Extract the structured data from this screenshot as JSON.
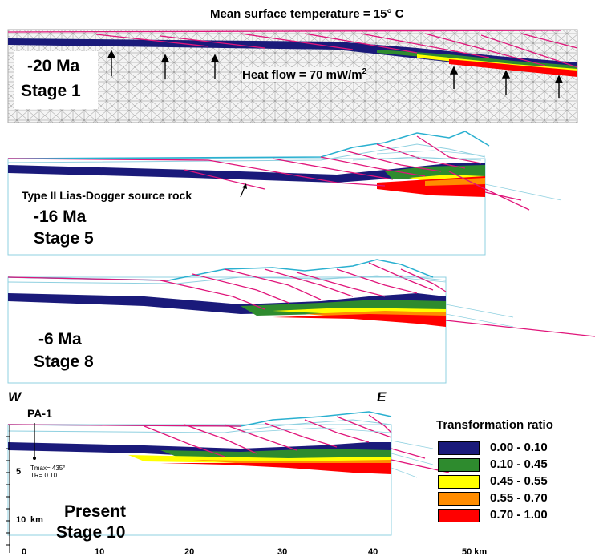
{
  "header": {
    "title": "Mean surface temperature = 15° C"
  },
  "stage1": {
    "age": "-20 Ma",
    "stage": "Stage 1",
    "heatflow_prefix": "Heat flow = 70 mW/m",
    "heatflow_sup": "2"
  },
  "stage5": {
    "age": "-16 Ma",
    "stage": "Stage 5",
    "source_rock": "Type II Lias-Dogger source rock"
  },
  "stage8": {
    "age": "-6 Ma",
    "stage": "Stage 8"
  },
  "stage10": {
    "age": "Present",
    "stage": "Stage 10",
    "west": "W",
    "east": "E",
    "well": "PA-1",
    "tmax": "Tmax= 435°",
    "tr": "TR= 0.10",
    "depth_ticks": [
      "5",
      "10"
    ],
    "depth_unit": "km",
    "x_ticks": [
      "0",
      "10",
      "20",
      "30",
      "40",
      "50 km"
    ]
  },
  "legend": {
    "title": "Transformation ratio",
    "items": [
      {
        "range": "0.00 - 0.10",
        "color": "#1a1a7a"
      },
      {
        "range": "0.10 - 0.45",
        "color": "#2e8b2e"
      },
      {
        "range": "0.45 - 0.55",
        "color": "#ffff00"
      },
      {
        "range": "0.55 - 0.70",
        "color": "#ff8c00"
      },
      {
        "range": "0.70 - 1.00",
        "color": "#ff0000"
      }
    ]
  },
  "colors": {
    "fault": "#e0157a",
    "surface": "#2ab0d0",
    "mesh": "#9a9a9a",
    "frame": "#8fd0e0"
  }
}
